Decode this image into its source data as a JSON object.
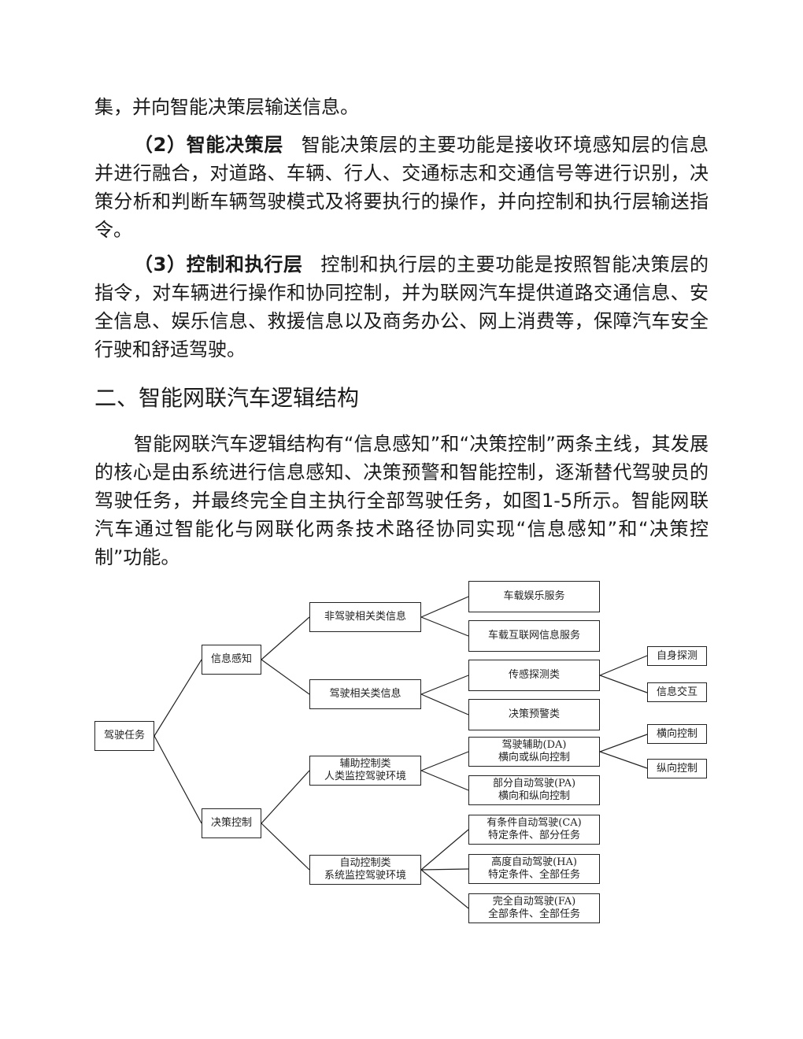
{
  "paragraphs": {
    "p0": "集，并向智能决策层输送信息。",
    "p1_label": "（2）智能决策层",
    "p1_text": "智能决策层的主要功能是接收环境感知层的信息并进行融合，对道路、车辆、行人、交通标志和交通信号等进行识别，决策分析和判断车辆驾驶模式及将要执行的操作，并向控制和执行层输送指令。",
    "p2_label": "（3）控制和执行层",
    "p2_text": "控制和执行层的主要功能是按照智能决策层的指令，对车辆进行操作和协同控制，并为联网汽车提供道路交通信息、安全信息、娱乐信息、救援信息以及商务办公、网上消费等，保障汽车安全行驶和舒适驾驶。",
    "heading": "二、智能网联汽车逻辑结构",
    "p3": "智能网联汽车逻辑结构有“信息感知”和“决策控制”两条主线，其发展的核心是由系统进行信息感知、决策预警和智能控制，逐渐替代驾驶员的驾驶任务，并最终完全自主执行全部驾驶任务，如图1-5所示。智能网联汽车通过智能化与网联化两条技术路径协同实现“信息感知”和“决策控制”功能。"
  },
  "diagram": {
    "root": "驾驶任务",
    "info": "信息感知",
    "decision": "决策控制",
    "non_driving": "非驾驶相关类信息",
    "driving": "驾驶相关类信息",
    "assist_l1": "辅助控制类",
    "assist_l2": "人类监控驾驶环境",
    "auto_l1": "自动控制类",
    "auto_l2": "系统监控驾驶环境",
    "ent": "车载娱乐服务",
    "internet": "车载互联网信息服务",
    "sensor": "传感探测类",
    "warn": "决策预警类",
    "da_l1": "驾驶辅助(DA)",
    "da_l2": "横向或纵向控制",
    "pa_l1": "部分自动驾驶(PA)",
    "pa_l2": "横向和纵向控制",
    "ca_l1": "有条件自动驾驶(CA)",
    "ca_l2": "特定条件、部分任务",
    "ha_l1": "高度自动驾驶(HA)",
    "ha_l2": "特定条件、全部任务",
    "fa_l1": "完全自动驾驶(FA)",
    "fa_l2": "全部条件、全部任务",
    "self_sense": "自身探测",
    "info_exchange": "信息交互",
    "lateral": "横向控制",
    "longitudinal": "纵向控制"
  }
}
